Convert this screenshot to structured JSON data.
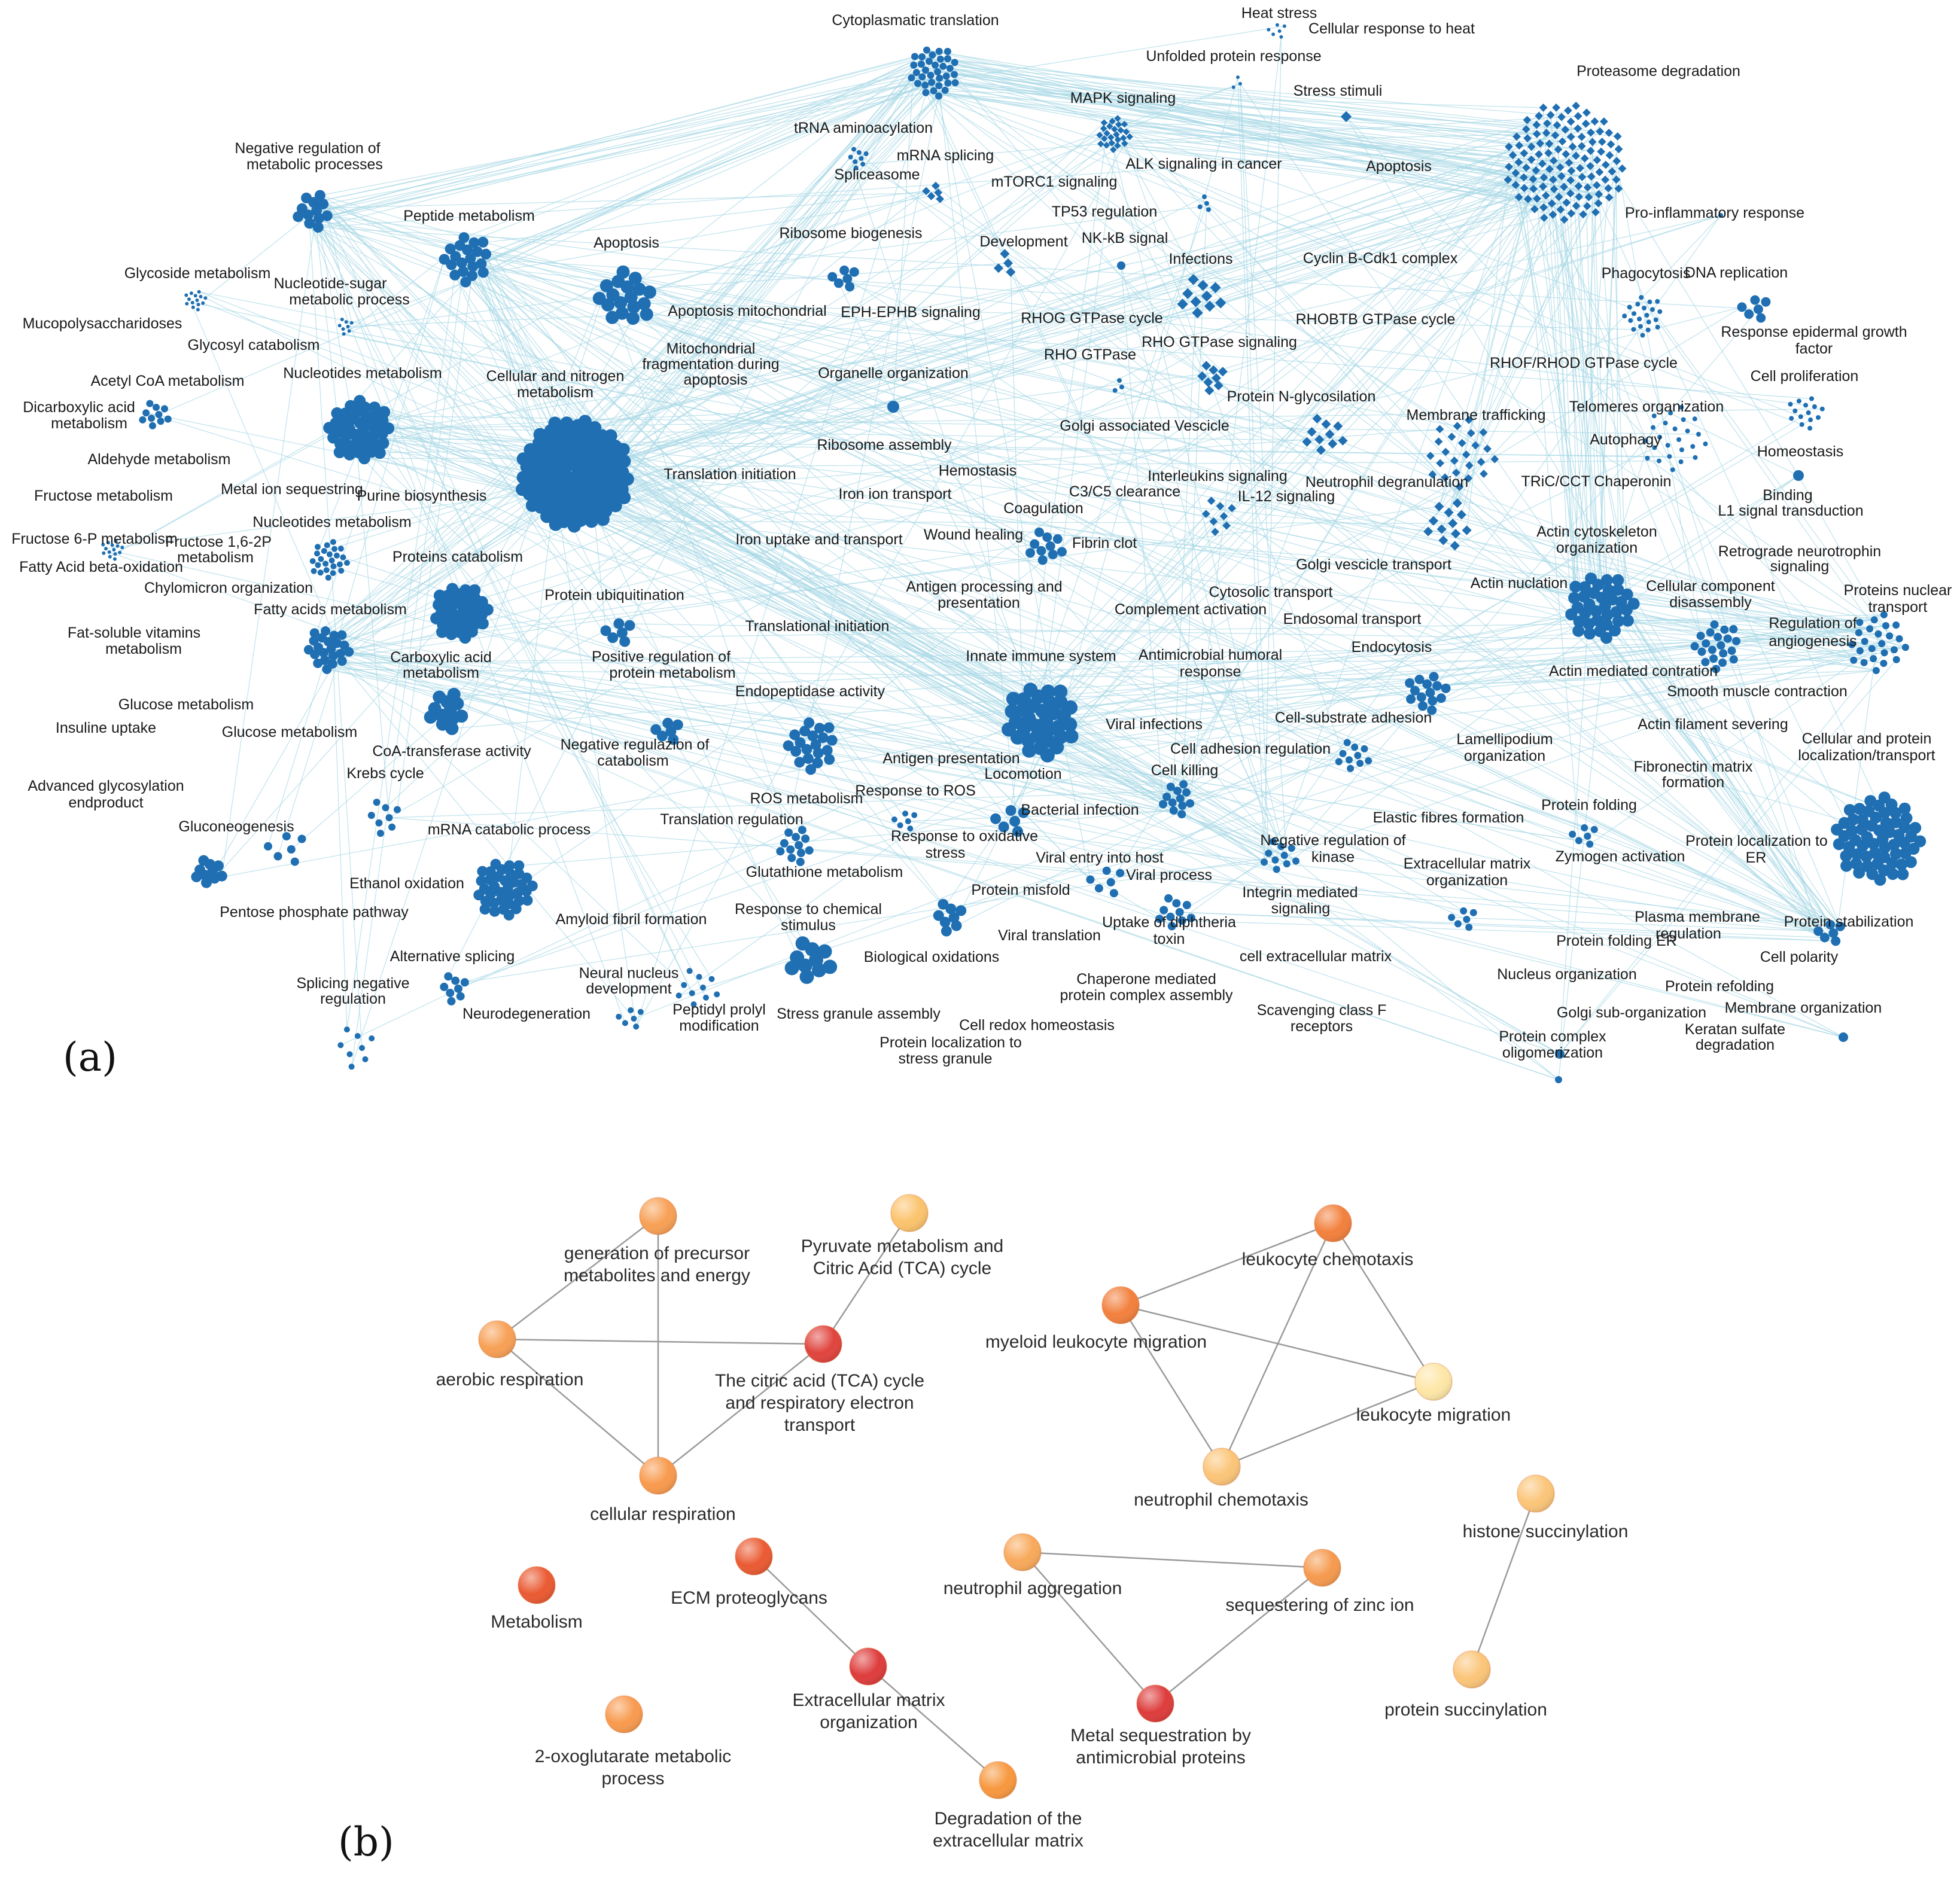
{
  "panel_a": {
    "label": "(a)",
    "node_color": "#1f6fb2",
    "edge_color": "#a8d8e6",
    "labels": [
      {
        "text": "Cytoplasmatic translation"
      },
      {
        "text": "Heat stress"
      },
      {
        "text": "Cellular response to heat"
      },
      {
        "text": "Unfolded protein response"
      },
      {
        "text": "Stress stimuli"
      },
      {
        "text": "Proteasome degradation"
      },
      {
        "text": "MAPK signaling"
      },
      {
        "text": "tRNA aminoacylation"
      },
      {
        "text": "mRNA splicing"
      },
      {
        "text": "Spliceasome"
      },
      {
        "text": "ALK signaling in cancer"
      },
      {
        "text": "Apoptosis"
      },
      {
        "text": "mTORC1 signaling"
      },
      {
        "text": "TP53 regulation"
      },
      {
        "text": "NK-kB signal"
      },
      {
        "text": "Pro-inflammatory response"
      },
      {
        "text": "Negative regulation of"
      },
      {
        "text": "metabolic processes"
      },
      {
        "text": "Peptide metabolism"
      },
      {
        "text": "Apoptosis"
      },
      {
        "text": "Ribosome biogenesis"
      },
      {
        "text": "Development"
      },
      {
        "text": "Infections"
      },
      {
        "text": "Cyclin B-Cdk1 complex"
      },
      {
        "text": "Phagocytosis"
      },
      {
        "text": "DNA replication"
      },
      {
        "text": "Glycoside metabolism"
      },
      {
        "text": "Nucleotide-sugar"
      },
      {
        "text": "metabolic process"
      },
      {
        "text": "Apoptosis mitochondrial"
      },
      {
        "text": "EPH-EPHB signaling"
      },
      {
        "text": "RHOG GTPase cycle"
      },
      {
        "text": "RHOBTB GTPase cycle"
      },
      {
        "text": "Mucopolysaccharidoses"
      },
      {
        "text": "Glycosyl catabolism"
      },
      {
        "text": "Mitochondrial"
      },
      {
        "text": "fragmentation during"
      },
      {
        "text": "apoptosis"
      },
      {
        "text": "RHO GTPase"
      },
      {
        "text": "RHO GTPase signaling"
      },
      {
        "text": "Response epidermal growth"
      },
      {
        "text": "factor"
      },
      {
        "text": "RHOF/RHOD GTPase cycle"
      },
      {
        "text": "Cell proliferation"
      },
      {
        "text": "Acetyl CoA metabolism"
      },
      {
        "text": "Nucleotides metabolism"
      },
      {
        "text": "Cellular and nitrogen"
      },
      {
        "text": "metabolism"
      },
      {
        "text": "Organelle organization"
      },
      {
        "text": "Protein N-glycosilation"
      },
      {
        "text": "Telomeres organization"
      },
      {
        "text": "Dicarboxylic acid"
      },
      {
        "text": "metabolism"
      },
      {
        "text": "Membrane trafficking"
      },
      {
        "text": "Golgi associated Vescicle"
      },
      {
        "text": "Autophagy"
      },
      {
        "text": "Homeostasis"
      },
      {
        "text": "Ribosome assembly"
      },
      {
        "text": "Aldehyde metabolism"
      },
      {
        "text": "Hemostasis"
      },
      {
        "text": "Interleukins signaling"
      },
      {
        "text": "TRiC/CCT Chaperonin"
      },
      {
        "text": "Translation initiation"
      },
      {
        "text": "Neutrophil degranulation"
      },
      {
        "text": "Metal ion sequestring"
      },
      {
        "text": "Purine biosynthesis"
      },
      {
        "text": "Fructose metabolism"
      },
      {
        "text": "Iron ion transport"
      },
      {
        "text": "C3/C5 clearance"
      },
      {
        "text": "Binding"
      },
      {
        "text": "IL-12 signaling"
      },
      {
        "text": "Coagulation"
      },
      {
        "text": "L1 signal transduction"
      },
      {
        "text": "Nucleotides metabolism"
      },
      {
        "text": "Actin cytoskeleton"
      },
      {
        "text": "Fructose 6-P metabolism"
      },
      {
        "text": "Fructose 1,6-2P"
      },
      {
        "text": "metabolism"
      },
      {
        "text": "Wound healing"
      },
      {
        "text": "Fibrin clot"
      },
      {
        "text": "Retrograde neurotrophin"
      },
      {
        "text": "Iron uptake and transport"
      },
      {
        "text": "organization"
      },
      {
        "text": "signaling"
      },
      {
        "text": "Proteins catabolism"
      },
      {
        "text": "Golgi vescicle transport"
      },
      {
        "text": "Fatty Acid beta-oxidation"
      },
      {
        "text": "Actin nuclation"
      },
      {
        "text": "Cellular component"
      },
      {
        "text": "Proteins nuclear"
      },
      {
        "text": "Chylomicron organization"
      },
      {
        "text": "Antigen processing and"
      },
      {
        "text": "Cytosolic transport"
      },
      {
        "text": "disassembly"
      },
      {
        "text": "transport"
      },
      {
        "text": "Protein ubiquitination"
      },
      {
        "text": "presentation"
      },
      {
        "text": "Fatty acids metabolism"
      },
      {
        "text": "Complement activation"
      },
      {
        "text": "Endosomal transport"
      },
      {
        "text": "Regulation of"
      },
      {
        "text": "Fat-soluble vitamins"
      },
      {
        "text": "Translational initiation"
      },
      {
        "text": "angiogenesis"
      },
      {
        "text": "metabolism"
      },
      {
        "text": "Endocytosis"
      },
      {
        "text": "Antimicrobial humoral"
      },
      {
        "text": "Carboxylic acid"
      },
      {
        "text": "Positive regulation of"
      },
      {
        "text": "Innate immune system"
      },
      {
        "text": "Actin mediated contration"
      },
      {
        "text": "metabolism"
      },
      {
        "text": "protein metabolism"
      },
      {
        "text": "response"
      },
      {
        "text": "Smooth muscle contraction"
      },
      {
        "text": "Glucose metabolism"
      },
      {
        "text": "Endopeptidase activity"
      },
      {
        "text": "Cell-substrate adhesion"
      },
      {
        "text": "Viral infections"
      },
      {
        "text": "Actin filament severing"
      },
      {
        "text": "Insuline uptake"
      },
      {
        "text": "Glucose metabolism"
      },
      {
        "text": "Lamellipodium"
      },
      {
        "text": "Cellular and protein"
      },
      {
        "text": "Negative regulazion of"
      },
      {
        "text": "CoA-transferase activity"
      },
      {
        "text": "Cell adhesion regulation"
      },
      {
        "text": "organization"
      },
      {
        "text": "localization/transport"
      },
      {
        "text": "catabolism"
      },
      {
        "text": "Fibronectin matrix"
      },
      {
        "text": "Advanced glycosylation"
      },
      {
        "text": "Krebs cycle"
      },
      {
        "text": "Antigen presentation"
      },
      {
        "text": "Cell killing"
      },
      {
        "text": "formation"
      },
      {
        "text": "endproduct"
      },
      {
        "text": "Locomotion"
      },
      {
        "text": "Protein folding"
      },
      {
        "text": "Response to ROS"
      },
      {
        "text": "ROS metabolism"
      },
      {
        "text": "Bacterial infection"
      },
      {
        "text": "Elastic fibres formation"
      },
      {
        "text": "Gluconeogenesis"
      },
      {
        "text": "mRNA catabolic process"
      },
      {
        "text": "Translation regulation"
      },
      {
        "text": "Response to oxidative"
      },
      {
        "text": "Negative regulation of"
      },
      {
        "text": "Protein localization to"
      },
      {
        "text": "stress"
      },
      {
        "text": "kinase"
      },
      {
        "text": "Zymogen activation"
      },
      {
        "text": "ER"
      },
      {
        "text": "Extracellular matrix"
      },
      {
        "text": "Viral entry into host"
      },
      {
        "text": "Glutathione metabolism"
      },
      {
        "text": "organization"
      },
      {
        "text": "Ethanol oxidation"
      },
      {
        "text": "Viral process"
      },
      {
        "text": "Protein misfold"
      },
      {
        "text": "Integrin mediated"
      },
      {
        "text": "Pentose phosphate pathway"
      },
      {
        "text": "Response to chemical"
      },
      {
        "text": "Plasma membrane"
      },
      {
        "text": "Amyloid fibril formation"
      },
      {
        "text": "signaling"
      },
      {
        "text": "Protein stabilization"
      },
      {
        "text": "stimulus"
      },
      {
        "text": "Uptake of diphtheria"
      },
      {
        "text": "regulation"
      },
      {
        "text": "Viral translation"
      },
      {
        "text": "toxin"
      },
      {
        "text": "Protein folding ER"
      },
      {
        "text": "Alternative splicing"
      },
      {
        "text": "Biological oxidations"
      },
      {
        "text": "cell extracellular matrix"
      },
      {
        "text": "Cell polarity"
      },
      {
        "text": "Neural nucleus"
      },
      {
        "text": "Nucleus organization"
      },
      {
        "text": "Chaperone mediated"
      },
      {
        "text": "Splicing negative"
      },
      {
        "text": "Protein refolding"
      },
      {
        "text": "development"
      },
      {
        "text": "protein complex assembly"
      },
      {
        "text": "regulation"
      },
      {
        "text": "Scavenging class F"
      },
      {
        "text": "Membrane organization"
      },
      {
        "text": "Peptidyl prolyl"
      },
      {
        "text": "Golgi sub-organization"
      },
      {
        "text": "Neurodegeneration"
      },
      {
        "text": "Stress granule assembly"
      },
      {
        "text": "receptors"
      },
      {
        "text": "modification"
      },
      {
        "text": "Cell redox homeostasis"
      },
      {
        "text": "Keratan sulfate"
      },
      {
        "text": "Protein complex"
      },
      {
        "text": "Protein localization to"
      },
      {
        "text": "degradation"
      },
      {
        "text": "oligomerization"
      },
      {
        "text": "stress granule"
      }
    ]
  },
  "panel_b": {
    "label": "(b)",
    "edge_color": "#9a9a9a",
    "nodes": [
      {
        "id": "gen",
        "label": [
          "generation of precursor",
          "metabolites and energy"
        ],
        "color": "#f7a055"
      },
      {
        "id": "pyr",
        "label": [
          "Pyruvate metabolism and",
          "Citric Acid (TCA) cycle"
        ],
        "color": "#fbc36c"
      },
      {
        "id": "aer",
        "label": [
          "aerobic respiration"
        ],
        "color": "#f7a055"
      },
      {
        "id": "tca",
        "label": [
          "The citric acid (TCA) cycle",
          "and respiratory electron",
          "transport"
        ],
        "color": "#e0443d"
      },
      {
        "id": "cell",
        "label": [
          "cellular respiration"
        ],
        "color": "#f89a4e"
      },
      {
        "id": "leu",
        "label": [
          "leukocyte chemotaxis"
        ],
        "color": "#f2803d"
      },
      {
        "id": "mye",
        "label": [
          "myeloid leukocyte migration"
        ],
        "color": "#f2803d"
      },
      {
        "id": "lmig",
        "label": [
          "leukocyte migration"
        ],
        "color": "#fde6a6"
      },
      {
        "id": "neu",
        "label": [
          "neutrophil chemotaxis"
        ],
        "color": "#fbc578"
      },
      {
        "id": "met",
        "label": [
          "Metabolism"
        ],
        "color": "#ea5a32"
      },
      {
        "id": "ecm",
        "label": [
          "ECM proteoglycans"
        ],
        "color": "#ea5a32"
      },
      {
        "id": "agg",
        "label": [
          "neutrophil aggregation"
        ],
        "color": "#f8a95a"
      },
      {
        "id": "zinc",
        "label": [
          "sequestering of zinc ion"
        ],
        "color": "#f59a4e"
      },
      {
        "id": "his",
        "label": [
          "histone succinylation"
        ],
        "color": "#fbc579"
      },
      {
        "id": "ext",
        "label": [
          "Extracellular matrix",
          "organization"
        ],
        "color": "#de3c3c"
      },
      {
        "id": "oxo",
        "label": [
          "2-oxoglutarate metabolic",
          "process"
        ],
        "color": "#f89a4e"
      },
      {
        "id": "mseq",
        "label": [
          "Metal sequestration by",
          "antimicrobial proteins"
        ],
        "color": "#de3c3c"
      },
      {
        "id": "psuc",
        "label": [
          "protein succinylation"
        ],
        "color": "#fbc579"
      },
      {
        "id": "deg",
        "label": [
          "Degradation of the",
          "extracellular matrix"
        ],
        "color": "#f7983f"
      }
    ],
    "edges": [
      [
        "gen",
        "aer"
      ],
      [
        "gen",
        "cell"
      ],
      [
        "aer",
        "tca"
      ],
      [
        "aer",
        "cell"
      ],
      [
        "pyr",
        "tca"
      ],
      [
        "tca",
        "cell"
      ],
      [
        "leu",
        "mye"
      ],
      [
        "leu",
        "lmig"
      ],
      [
        "leu",
        "neu"
      ],
      [
        "mye",
        "lmig"
      ],
      [
        "mye",
        "neu"
      ],
      [
        "lmig",
        "neu"
      ],
      [
        "ecm",
        "ext"
      ],
      [
        "ext",
        "deg"
      ],
      [
        "agg",
        "zinc"
      ],
      [
        "agg",
        "mseq"
      ],
      [
        "zinc",
        "mseq"
      ],
      [
        "his",
        "psuc"
      ]
    ]
  }
}
